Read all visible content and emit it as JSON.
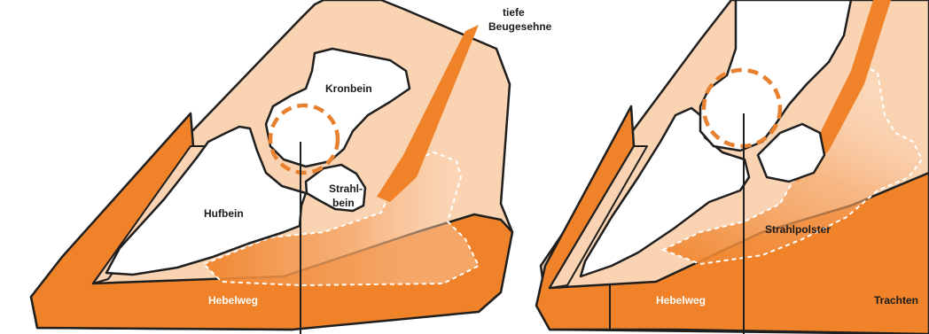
{
  "colors": {
    "hoof_wall": "#F0832A",
    "sole": "#F7B98A",
    "soft_tissue": "#FAD3B2",
    "bone": "#FFFFFF",
    "outline": "#1F1F1F",
    "dash_circle": "#E8812F",
    "dash_pad": "#FFFFFF"
  },
  "left_panel": {
    "labels": {
      "tendon": "tiefe Beugesehne",
      "tendon_line1": "tiefe",
      "tendon_line2": "Beugesehne",
      "kronbein": "Kronbein",
      "strahlbein": "Strahlbein",
      "strahlbein_line1": "Strahl-",
      "strahlbein_line2": "bein",
      "hufbein": "Hufbein",
      "hebelweg": "Hebelweg"
    }
  },
  "right_panel": {
    "labels": {
      "strahlpolster": "Strahlpolster",
      "hebelweg": "Hebelweg",
      "trachten": "Trachten"
    }
  }
}
